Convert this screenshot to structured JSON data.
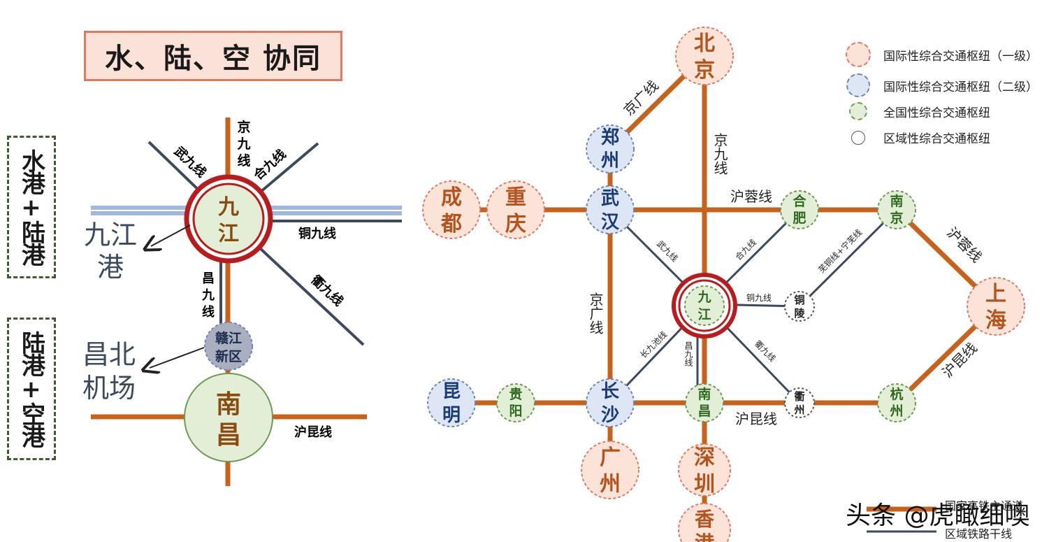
{
  "left": {
    "title": "水、陆、空 协同",
    "box_top": "水港+陆港",
    "box_bottom": "陆港+空港",
    "port_label_1": "九江",
    "port_label_2": "港",
    "airport_label_1": "昌北",
    "airport_label_2": "机场",
    "hub_main": [
      "九",
      "江"
    ],
    "hub_gan": [
      "赣江",
      "新区"
    ],
    "hub_nc": [
      "南",
      "昌"
    ],
    "line_jingjiu": [
      "京",
      "九",
      "线"
    ],
    "line_wujiu": "武九线",
    "line_hejiu": "合九线",
    "line_tongjiu": "铜九线",
    "line_qujiu": "衢九线",
    "line_changjiu": [
      "昌",
      "九",
      "线"
    ],
    "line_hukun": "沪昆线",
    "colors": {
      "rail": "#c8621b",
      "line": "#3c4a5e",
      "water": "#9fb8dc",
      "hub_fill": "#e2eed6",
      "ring": "#b81c1c"
    }
  },
  "right": {
    "nodes": {
      "beijing": [
        "北",
        "京"
      ],
      "zhengzhou": [
        "郑",
        "州"
      ],
      "wuhan": [
        "武",
        "汉"
      ],
      "chengdu": [
        "成",
        "都"
      ],
      "chongqing": [
        "重",
        "庆"
      ],
      "hefei": [
        "合",
        "肥"
      ],
      "nanjing": [
        "南",
        "京"
      ],
      "shanghai": [
        "上",
        "海"
      ],
      "jiujiang": [
        "九",
        "江"
      ],
      "tongling": [
        "铜",
        "陵"
      ],
      "kunming": [
        "昆",
        "明"
      ],
      "guiyang": [
        "贵",
        "阳"
      ],
      "changsha": [
        "长",
        "沙"
      ],
      "nanchang": [
        "南",
        "昌"
      ],
      "quzhou": [
        "衢",
        "州"
      ],
      "hangzhou": [
        "杭",
        "州"
      ],
      "guangzhou": [
        "广",
        "州"
      ],
      "shenzhen": [
        "深",
        "圳"
      ],
      "hongkong": [
        "香",
        "港"
      ]
    },
    "lines": {
      "jingguang_upper": "京广线",
      "jingjiu": "京九线",
      "hurong_center": "沪蓉线",
      "hurong_right": "沪蓉线",
      "wujiu": "武九线",
      "hejiu": "合九线",
      "tongjiu": "铜九线",
      "wuhu": "芜铜线+宁芜线",
      "jingguang_left": "京广线",
      "changjiuchi": "长九池线",
      "changjiu": "昌九线",
      "qujiu": "衢九线",
      "hukun_center": "沪昆线",
      "hukun_right": "沪昆线"
    },
    "legend": [
      {
        "label": "国际性综合交通枢纽（一级）",
        "fill": "#fbe3d8",
        "stroke": "#e07a63"
      },
      {
        "label": "国际性综合交通枢纽（二级）",
        "fill": "#dce6f4",
        "stroke": "#6f86b3"
      },
      {
        "label": "全国性综合交通枢纽",
        "fill": "#e2eed6",
        "stroke": "#6e9a55"
      },
      {
        "label": "区域性综合交通枢纽",
        "fill": "#ffffff",
        "stroke": "#555555"
      }
    ],
    "legend_small": [
      "国家高铁主通道",
      "区域铁路干线"
    ],
    "watermark": "头条 @虎瞰细噢",
    "colors": {
      "rail": "#c8621b",
      "line": "#3c4a5e"
    }
  }
}
